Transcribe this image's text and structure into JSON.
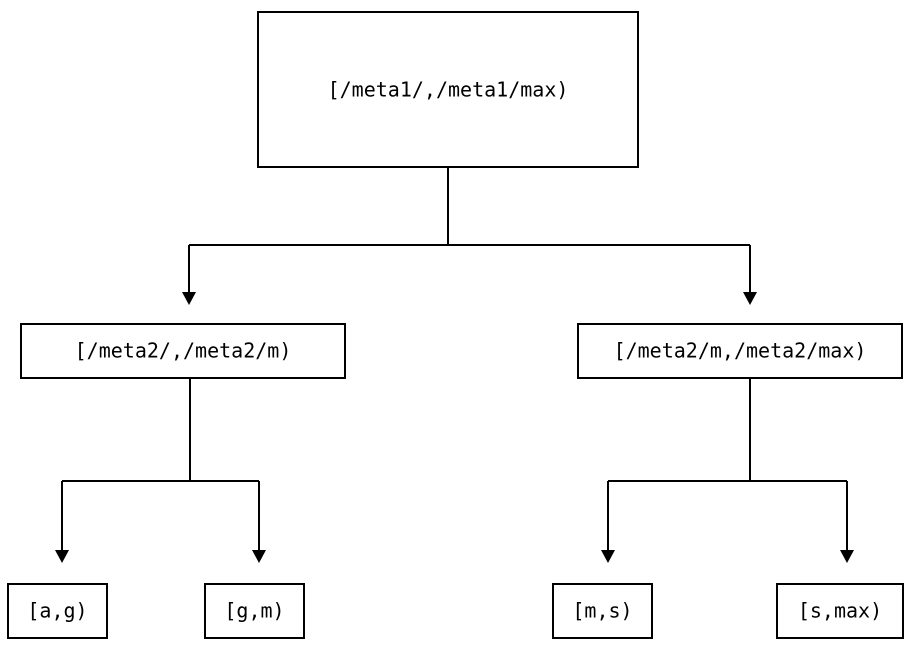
{
  "diagram": {
    "type": "tree",
    "title": "",
    "background_color": "#ffffff",
    "line_color": "#000000",
    "text_color": "#000000",
    "box_fill": "#ffffff",
    "nodes": {
      "root": {
        "label": "[/meta1/,/meta1/max)"
      },
      "mid_left": {
        "label": "[/meta2/,/meta2/m)"
      },
      "mid_right": {
        "label": "[/meta2/m,/meta2/max)"
      },
      "leaf_1": {
        "label": "[a,g)"
      },
      "leaf_2": {
        "label": "[g,m)"
      },
      "leaf_3": {
        "label": "[m,s)"
      },
      "leaf_4": {
        "label": "[s,max)"
      }
    },
    "edges": [
      {
        "from": "root",
        "to": "mid_left"
      },
      {
        "from": "root",
        "to": "mid_right"
      },
      {
        "from": "mid_left",
        "to": "leaf_1"
      },
      {
        "from": "mid_left",
        "to": "leaf_2"
      },
      {
        "from": "mid_right",
        "to": "leaf_3"
      },
      {
        "from": "mid_right",
        "to": "leaf_4"
      }
    ]
  }
}
